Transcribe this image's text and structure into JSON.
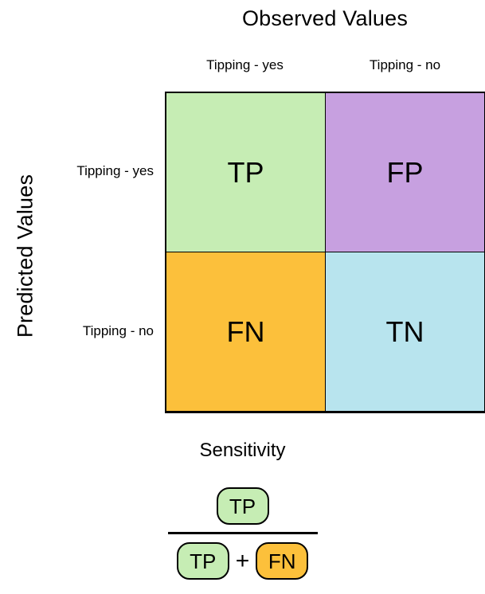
{
  "diagram": {
    "type": "confusion-matrix",
    "top_axis_title": "Observed Values",
    "left_axis_title": "Predicted Values",
    "column_headers": [
      "Tipping - yes",
      "Tipping - no"
    ],
    "row_labels": [
      "Tipping - yes",
      "Tipping - no"
    ],
    "cells": [
      {
        "label": "TP",
        "color": "#C6EDB4",
        "row": "Tipping - yes",
        "column": "Tipping - yes"
      },
      {
        "label": "FP",
        "color": "#C7A0E0",
        "row": "Tipping - yes",
        "column": "Tipping - no"
      },
      {
        "label": "FN",
        "color": "#FCC03B",
        "row": "Tipping - no",
        "column": "Tipping - yes"
      },
      {
        "label": "TN",
        "color": "#B8E4EE",
        "row": "Tipping - no",
        "column": "Tipping - no"
      }
    ]
  },
  "formula": {
    "title": "Sensitivity",
    "numerator": [
      {
        "label": "TP",
        "color": "#C6EDB4"
      }
    ],
    "operator": "+",
    "denominator": [
      {
        "label": "TP",
        "color": "#C6EDB4"
      },
      {
        "label": "FN",
        "color": "#FCC03B"
      }
    ]
  },
  "colors": {
    "true_positive": "#C6EDB4",
    "false_positive": "#C7A0E0",
    "false_negative": "#FCC03B",
    "true_negative": "#B8E4EE",
    "outline": "#000000",
    "background": "#FFFFFF"
  }
}
